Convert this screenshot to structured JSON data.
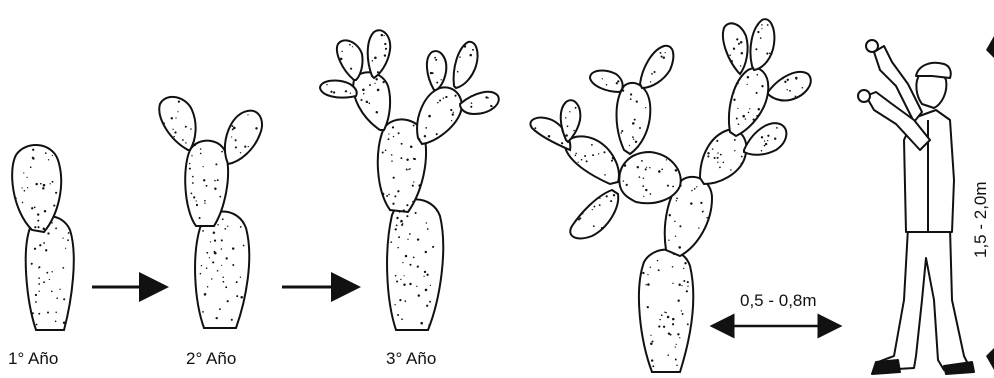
{
  "stages": [
    {
      "label": "1° Año"
    },
    {
      "label": "2° Año"
    },
    {
      "label": "3° Año"
    }
  ],
  "measurements": {
    "spacing": "0,5 - 0,8m",
    "height": "1,5 - 2,0m"
  },
  "colors": {
    "ink": "#111111",
    "background": "#ffffff"
  }
}
